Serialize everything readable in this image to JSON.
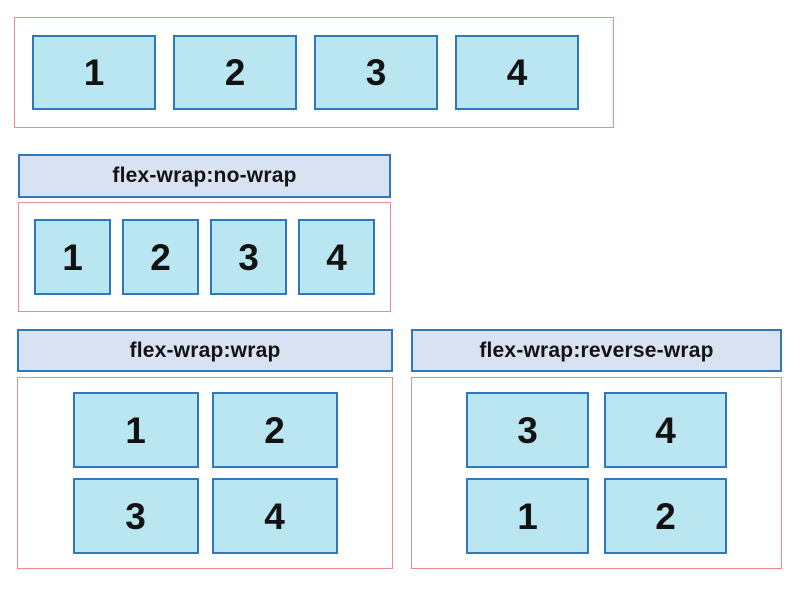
{
  "colors": {
    "item_fill": "#bae6f2",
    "item_border": "#2e78be",
    "label_fill": "#d9e2f3",
    "label_border": "#2e78be",
    "container_border": "#ef8a8d",
    "text": "#121212"
  },
  "demos": {
    "initial": {
      "items": [
        "1",
        "2",
        "3",
        "4"
      ]
    },
    "nowrap": {
      "label": "flex-wrap:no-wrap",
      "items": [
        "1",
        "2",
        "3",
        "4"
      ]
    },
    "wrap": {
      "label": "flex-wrap:wrap",
      "items": [
        "1",
        "2",
        "3",
        "4"
      ]
    },
    "reverse": {
      "label": "flex-wrap:reverse-wrap",
      "items": [
        "3",
        "4",
        "1",
        "2"
      ]
    }
  }
}
